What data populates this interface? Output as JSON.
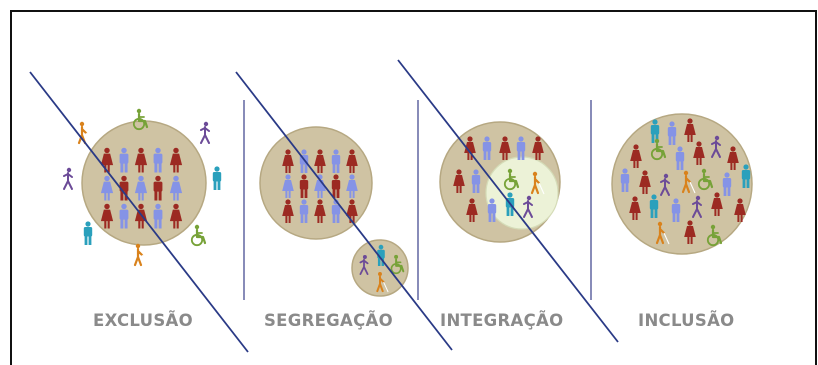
{
  "panels": [
    {
      "label": "EXCLUSÃO"
    },
    {
      "label": "SEGREGAÇÃO"
    },
    {
      "label": "INTEGRAÇÃO"
    },
    {
      "label": "INCLUSÃO"
    }
  ],
  "colors": {
    "circle_fill": "#cfc3a3",
    "circle_stroke": "#b6a882",
    "inner_circle_fill": "#ecf2d7",
    "red_figure": "#9c2a22",
    "blue_figure": "#8593e6",
    "green_wheelchair": "#77a238",
    "teal_figure": "#2aa0bc",
    "orange_figure": "#d9821c",
    "purple_figure": "#6c4b98",
    "slash_line": "#2a3a86",
    "divider": "#39408a",
    "label_gray": "#8a8a8a"
  },
  "icons": [
    "person-icon",
    "wheelchair-icon",
    "blind-person-icon",
    "running-person-icon"
  ]
}
